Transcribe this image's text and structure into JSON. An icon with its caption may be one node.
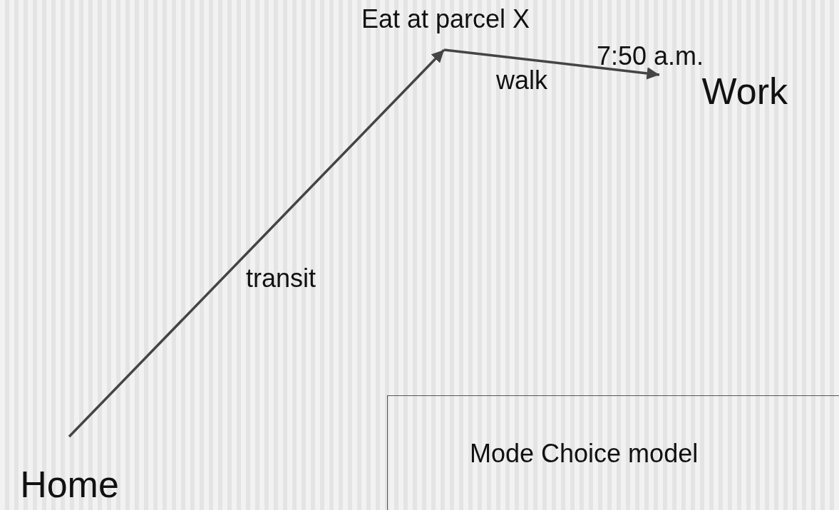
{
  "diagram": {
    "nodes": [
      {
        "text": [
          "Home"
        ]
      },
      {
        "text": [
          "Eat at parcel X"
        ]
      },
      {
        "text": [
          "Work"
        ],
        "beside": [
          "7:50 a.m."
        ]
      },
      {
        "text": [
          "Mode Choice model"
        ]
      }
    ],
    "edges": [
      {
        "from": 0,
        "to": 1,
        "arrow": "to",
        "label": "transit"
      },
      {
        "from": 1,
        "to": 2,
        "arrow": "to",
        "label": "walk"
      }
    ]
  }
}
